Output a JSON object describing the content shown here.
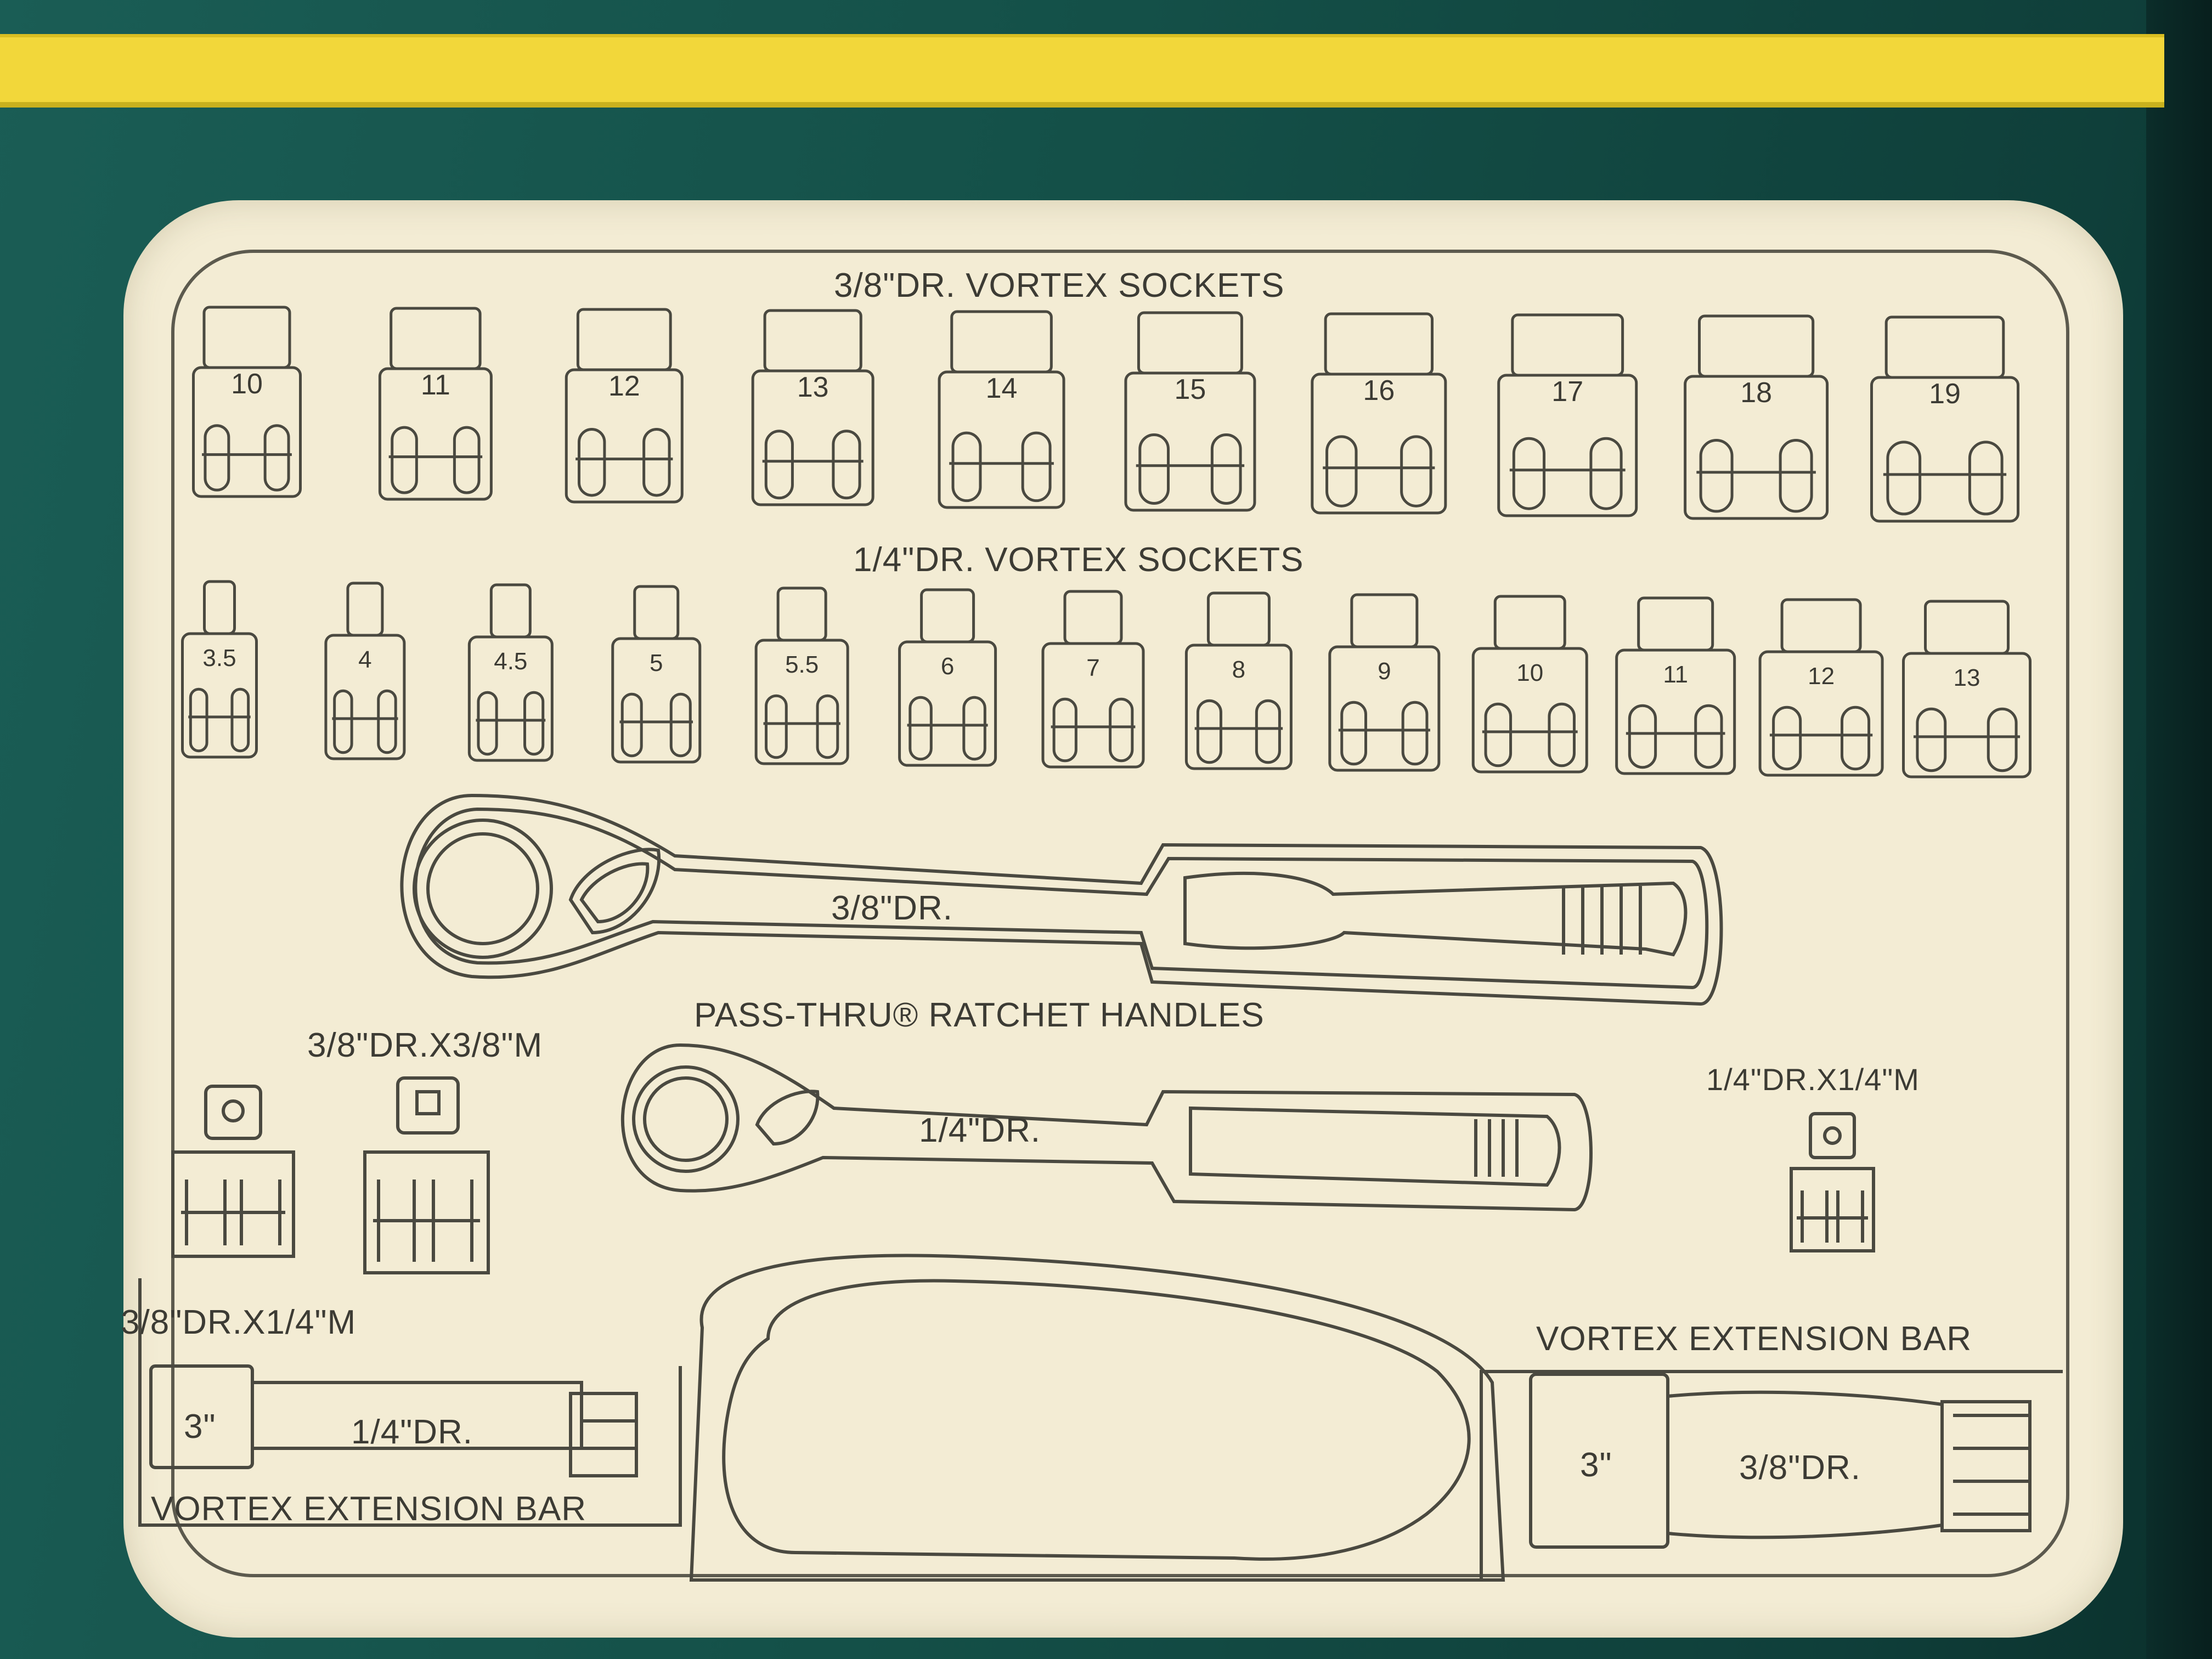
{
  "labels": {
    "sockets_38": "3/8\"DR. VORTEX SOCKETS",
    "sockets_14": "1/4\"DR. VORTEX SOCKETS",
    "ratchet_38": "3/8\"DR.",
    "ratchet_handles": "PASS-THRU® RATCHET HANDLES",
    "ratchet_14": "1/4\"DR.",
    "adapter_38x38": "3/8\"DR.X3/8\"M",
    "adapter_38x14": "3/8\"DR.X1/4\"M",
    "adapter_14x14": "1/4\"DR.X1/4\"M",
    "ext_left_len": "3\"",
    "ext_left_dr": "1/4\"DR.",
    "ext_left_title": "VORTEX EXTENSION BAR",
    "ext_right_title": "VORTEX EXTENSION BAR",
    "ext_right_len": "3\"",
    "ext_right_dr": "3/8\"DR."
  },
  "sockets_38": [
    "10",
    "11",
    "12",
    "13",
    "14",
    "15",
    "16",
    "17",
    "18",
    "19"
  ],
  "sockets_14": [
    "3.5",
    "4",
    "4.5",
    "5",
    "5.5",
    "6",
    "7",
    "8",
    "9",
    "10",
    "11",
    "12",
    "13"
  ],
  "colors": {
    "tray": "#f3ecd4",
    "line": "#4a4940",
    "background": "#14514a",
    "stripe": "#f2d73a"
  }
}
